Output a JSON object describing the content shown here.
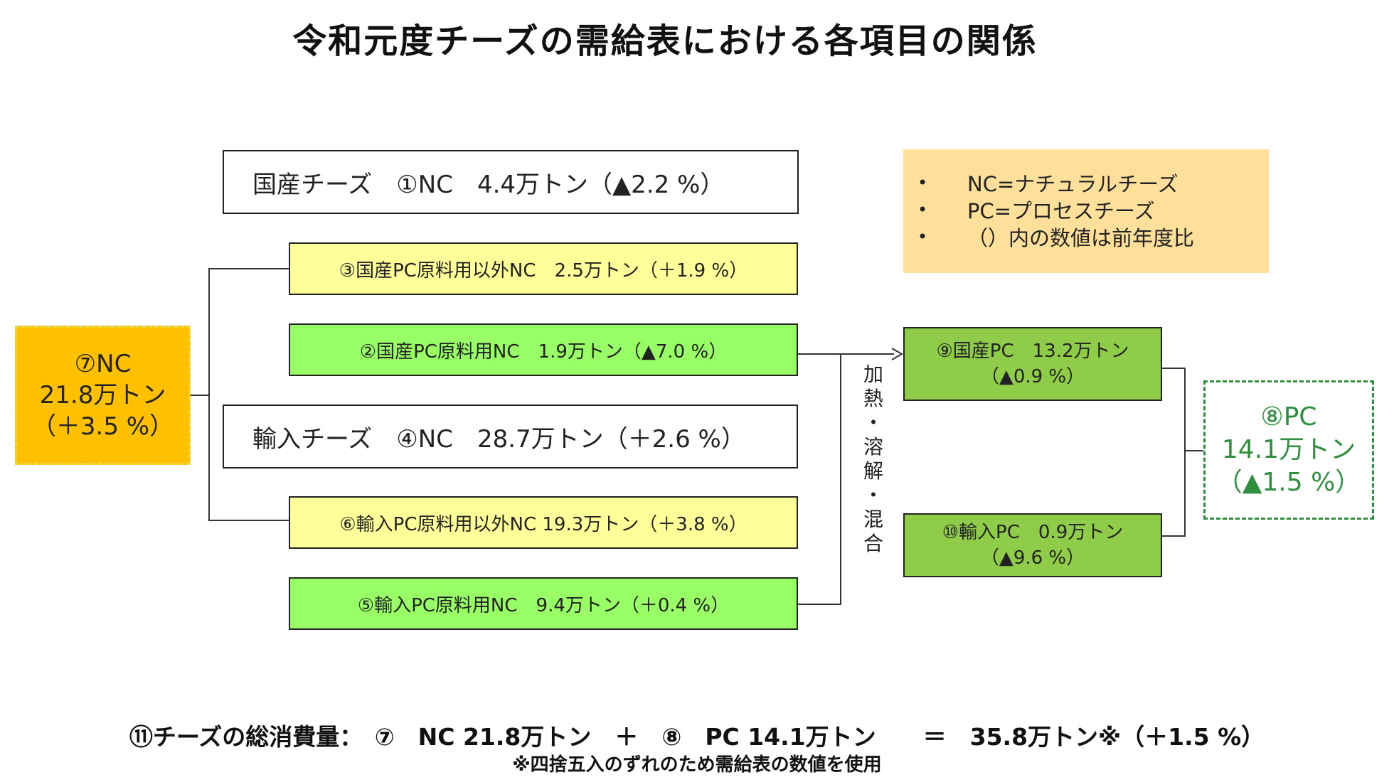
{
  "title": "令和元度チーズの需給表における各項目の関係",
  "boxes": {
    "domestic_cheese": "国産チーズ　①NC　4.4万トン（▲2.2 %）",
    "b3": "③国産PC原料用以外NC　2.5万トン（＋1.9 %）",
    "b2": "②国産PC原料用NC　1.9万トン（▲7.0 %）",
    "import_cheese": "輸入チーズ　④NC　28.7万トン（＋2.6 %）",
    "b6": "⑥輸入PC原料用以外NC 19.3万トン（＋3.8 %）",
    "b5": "⑤輸入PC原料用NC　9.4万トン（＋0.4 %）",
    "b7_line1": "⑦NC",
    "b7_line2": "21.8万トン",
    "b7_line3": "（＋3.5 %）",
    "b9_line1": "⑨国産PC　13.2万トン",
    "b9_line2": "（▲0.9 %）",
    "b10_line1": "⑩輸入PC　0.9万トン",
    "b10_line2": "（▲9.6 %）",
    "b8_line1": "⑧PC",
    "b8_line2": "14.1万トン",
    "b8_line3": "（▲1.5 %）"
  },
  "process_chars": [
    "加",
    "熱",
    "・",
    "溶",
    "解",
    "・",
    "混",
    "合"
  ],
  "legend": {
    "items": [
      "NC=ナチュラルチーズ",
      "PC=プロセスチーズ",
      "（）内の数値は前年度比"
    ]
  },
  "footer": {
    "line1": "⑪チーズの総消費量：　⑦　NC 21.8万トン　＋　⑧　PC 14.1万トン　　＝　35.8万トン※（＋1.5 %）",
    "line2": "※四捨五入のずれのため需給表の数値を使用"
  },
  "colors": {
    "white_box": "#ffffff",
    "yellow_box": "#ffff99",
    "green_box": "#99ff66",
    "dark_green_box": "#8fcc4a",
    "orange_box": "#ffc000",
    "pc_box_border": "#2f8f3e",
    "legend_bg": "#ffe09a"
  }
}
